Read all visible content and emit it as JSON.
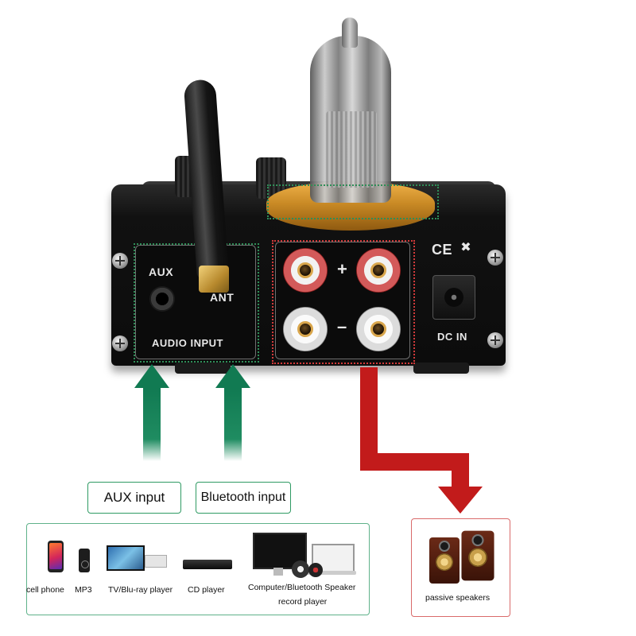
{
  "amplifier": {
    "aux_label": "AUX",
    "ant_label": "ANT",
    "audio_input_label": "AUDIO  INPUT",
    "plus_label": "+",
    "minus_label": "–",
    "ce_mark": "CE",
    "dc_in_label": "DC  IN"
  },
  "inputs": {
    "aux_input_label": "AUX input",
    "bluetooth_input_label": "Bluetooth input"
  },
  "devices": {
    "cell_phone": "cell phone",
    "mp3": "MP3",
    "tv_bluray": "TV/Blu-ray player",
    "cd_player": "CD player",
    "computer_bt_speaker": "Computer/Bluetooth Speaker",
    "record_player": "record player"
  },
  "outputs": {
    "passive_speakers": "passive speakers"
  },
  "colors": {
    "input_arrow": "#117a52",
    "output_arrow": "#c21b1b",
    "input_highlight": "#2f8e58",
    "output_highlight": "#d23a3a"
  }
}
